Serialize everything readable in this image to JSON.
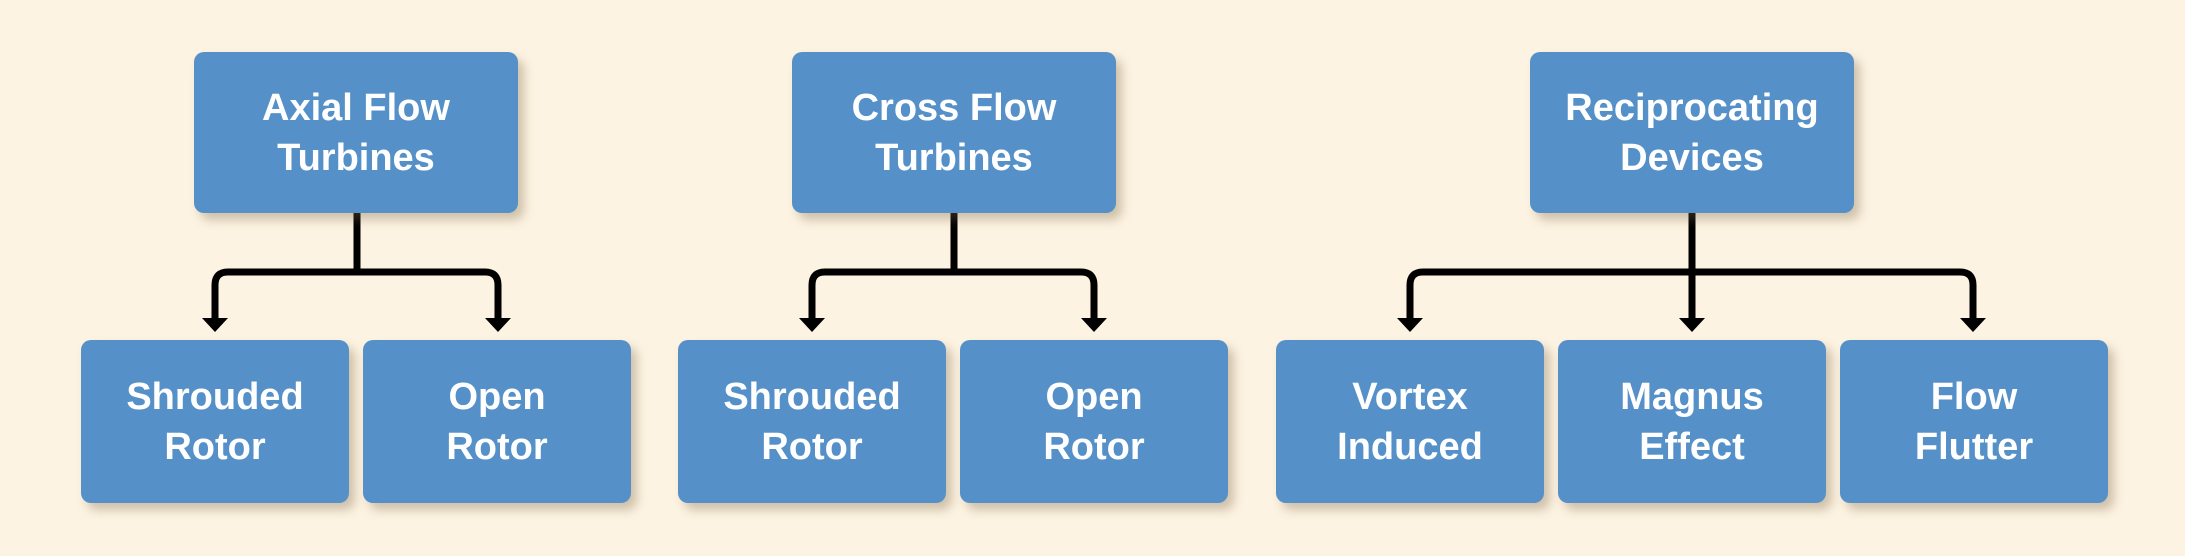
{
  "colors": {
    "background": "#fdf3e2",
    "box_fill": "#5591c8",
    "box_text": "#ffffff",
    "connector": "#000000"
  },
  "groups": [
    {
      "parent": {
        "line1": "Axial Flow",
        "line2": "Turbines"
      },
      "children": [
        {
          "line1": "Shrouded",
          "line2": "Rotor"
        },
        {
          "line1": "Open",
          "line2": "Rotor"
        }
      ]
    },
    {
      "parent": {
        "line1": "Cross Flow",
        "line2": "Turbines"
      },
      "children": [
        {
          "line1": "Shrouded",
          "line2": "Rotor"
        },
        {
          "line1": "Open",
          "line2": "Rotor"
        }
      ]
    },
    {
      "parent": {
        "line1": "Reciprocating",
        "line2": "Devices"
      },
      "children": [
        {
          "line1": "Vortex",
          "line2": "Induced"
        },
        {
          "line1": "Magnus",
          "line2": "Effect"
        },
        {
          "line1": "Flow",
          "line2": "Flutter"
        }
      ]
    }
  ]
}
